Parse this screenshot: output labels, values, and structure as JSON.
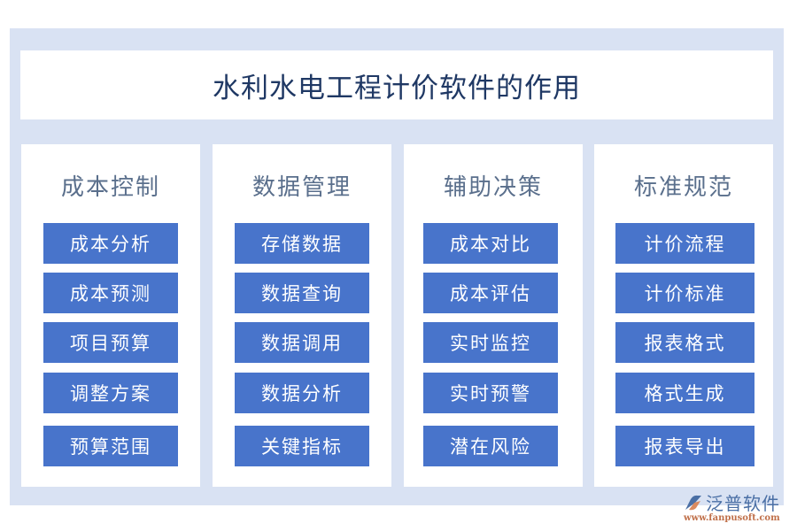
{
  "title": "水利水电工程计价软件的作用",
  "colors": {
    "frame": "#D9E2F3",
    "button": "#4874CB",
    "title_text": "#1F3864",
    "heading_text": "#5A6F8C",
    "logo_blue": "#4A6FA5",
    "logo_orange": "#C0704A"
  },
  "columns": [
    {
      "heading": "成本控制",
      "items": [
        "成本分析",
        "成本预测",
        "项目预算",
        "调整方案",
        "预算范围"
      ]
    },
    {
      "heading": "数据管理",
      "items": [
        "存储数据",
        "数据查询",
        "数据调用",
        "数据分析",
        "关键指标"
      ]
    },
    {
      "heading": "辅助决策",
      "items": [
        "成本对比",
        "成本评估",
        "实时监控",
        "实时预警",
        "潜在风险"
      ]
    },
    {
      "heading": "标准规范",
      "items": [
        "计价流程",
        "计价标准",
        "报表格式",
        "格式生成",
        "报表导出"
      ]
    }
  ],
  "logo": {
    "name": "泛普软件",
    "url": "www.fanpusoft.com",
    "icon": "fanpu-logo-icon"
  }
}
